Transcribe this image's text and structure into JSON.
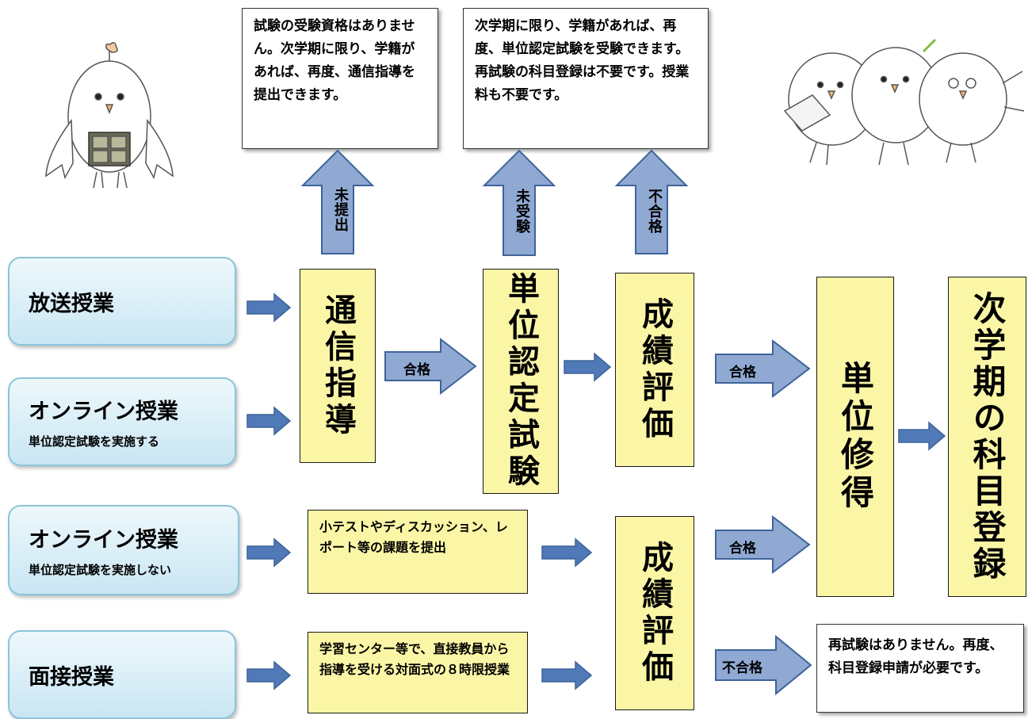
{
  "courses": {
    "broadcast": {
      "title": "放送授業"
    },
    "online_exam": {
      "title": "オンライン授業",
      "sub": "単位認定試験を実施する"
    },
    "online_noexam": {
      "title": "オンライン授業",
      "sub": "単位認定試験を実施しない"
    },
    "facetoface": {
      "title": "面接授業"
    }
  },
  "steps": {
    "correspondence": "通信指導",
    "unit_exam": "単位認定試験",
    "evaluation_top": "成績評価",
    "evaluation_bottom": "成績評価",
    "credit": "単位修得",
    "next_registration": "次学期の科目登録",
    "assignments": "小テストやディスカッション、レポート等の課題を提出",
    "schooling": "学習センター等で、直接教員から指導を受ける対面式の８時限授業"
  },
  "notes": {
    "not_submitted": "試験の受験資格はありません。次学期に限り、学籍があれば、再度、通信指導を提出できます。",
    "not_taken": "次学期に限り、学籍があれば、再度、単位認定試験を受験できます。再試験の科目登録は不要です。授業料も不要です。",
    "failed_bottom": "再試験はありません。再度、科目登録申請が必要です。"
  },
  "arrow_labels": {
    "not_submitted": "未提出",
    "not_taken": "未受験",
    "failed_top": "不合格",
    "pass_1": "合格",
    "pass_2": "合格",
    "pass_3": "合格",
    "failed_bottom": "不合格"
  },
  "colors": {
    "arrow_fill": "#8fa9d3",
    "arrow_stroke": "#3e6399",
    "yellow_box": "#fbf6a6",
    "course_gradient_top": "#eef8fc",
    "course_gradient_bottom": "#c9e6f3"
  }
}
